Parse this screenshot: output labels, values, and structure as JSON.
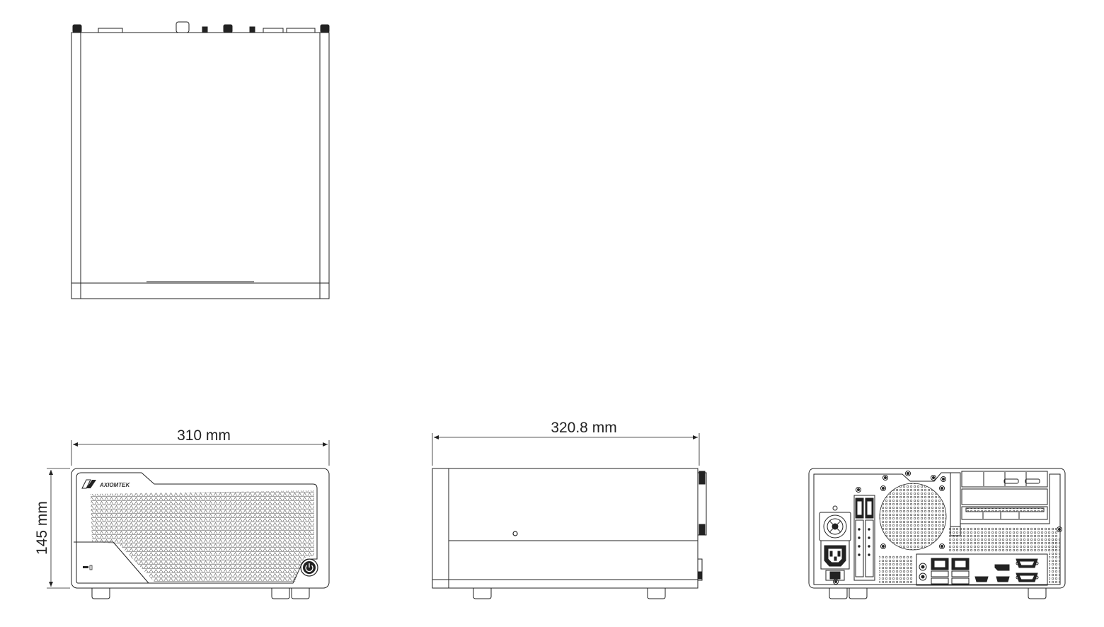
{
  "dimensions": {
    "width_label": "310 mm",
    "height_label": "145 mm",
    "depth_label": "320.8 mm"
  },
  "brand": {
    "logo_text": "AXIOMTEK"
  },
  "colors": {
    "line": "#222222",
    "background": "#ffffff"
  }
}
